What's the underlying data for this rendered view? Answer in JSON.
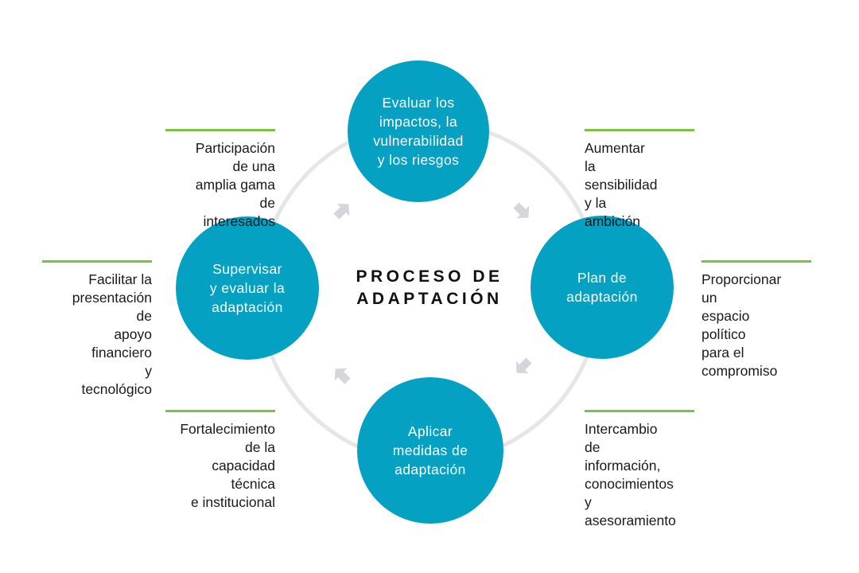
{
  "colors": {
    "node_fill": "#04a1c3",
    "annotation_bar": "#7cc242",
    "ring": "#e6e6e9",
    "arrow": "#d5d6db"
  },
  "icons": [
    "arrow-northeast-icon",
    "arrow-southeast-icon",
    "arrow-southwest-icon",
    "arrow-northwest-icon"
  ],
  "center_title": "PROCESO DE\nADAPTACIÓN",
  "nodes": {
    "top": "Evaluar los\nimpactos, la\nvulnerabilidad\ny los riesgos",
    "right": "Plan de\nadaptación",
    "bottom": "Aplicar\nmedidas de\nadaptación",
    "left": "Supervisar\ny evaluar la\nadaptación"
  },
  "annotations": {
    "top_right": "Aumentar la\nsensibilidad y la\nambición",
    "right": "Proporcionar un\nespacio político\npara el compromiso",
    "bottom_right": "Intercambio de\ninformación, conocimientos\ny asesoramiento",
    "bottom_left": "Fortalecimiento\nde la capacidad técnica\ne institucional",
    "left": "Facilitar la\npresentación de\napoyo financiero\ny tecnológico",
    "top_left": "Participación\nde una amplia gama\nde interesados"
  }
}
